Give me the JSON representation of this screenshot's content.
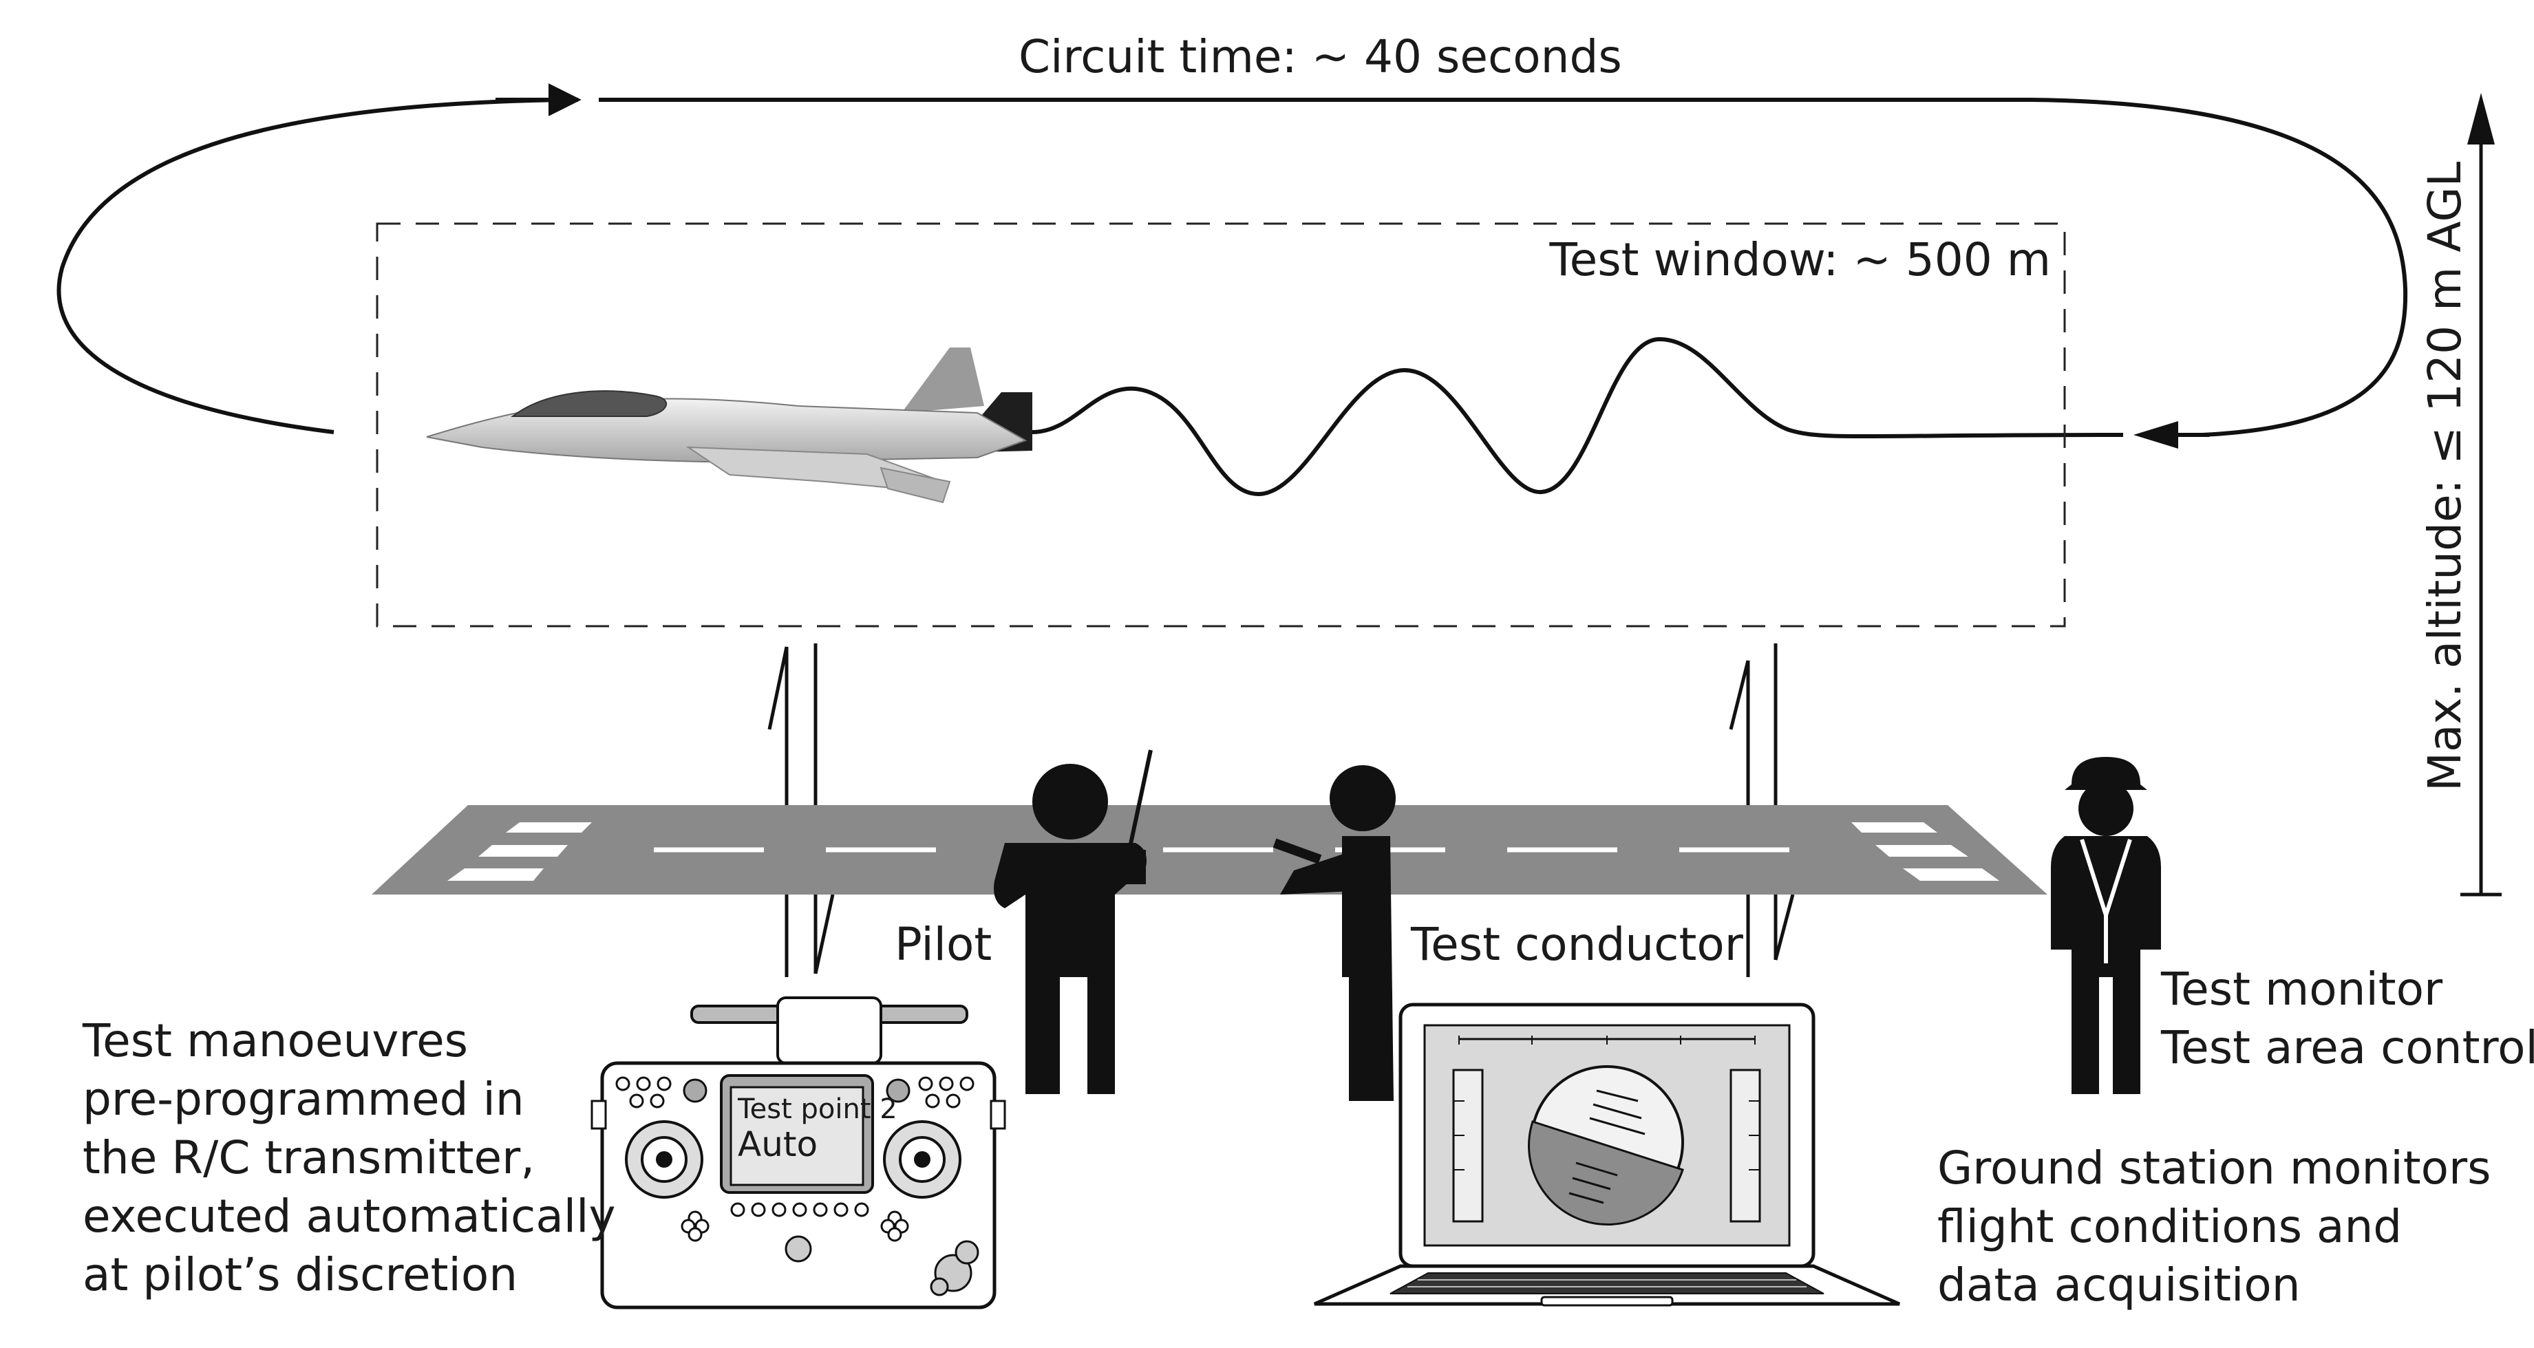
{
  "circuit_time": "Circuit time: ~ 40 seconds",
  "test_window": "Test window: ~ 500 m",
  "max_altitude": "Max. altitude: ≤ 120 m AGL",
  "pilot": "Pilot",
  "test_conductor": "Test conductor",
  "test_monitor": [
    "Test monitor",
    "Test area control"
  ],
  "manoeuvres": [
    "Test manoeuvres",
    "pre-programmed in",
    "the R/C transmitter,",
    "executed automatically",
    "at pilot’s discretion"
  ],
  "ground_station": [
    "Ground station monitors",
    "flight conditions and",
    "data acquisition"
  ],
  "transmitter_screen": [
    "Test point 2",
    "Auto"
  ],
  "colors": {
    "ink": "#111111",
    "runway": "#8a8a8a",
    "runway_marking": "#ffffff",
    "aircraft": "#c8c8c8",
    "aircraft_tail": "#1e1e1e",
    "screen_bg": "#d9d9d9",
    "horizon_dark": "#8c8c8c"
  }
}
